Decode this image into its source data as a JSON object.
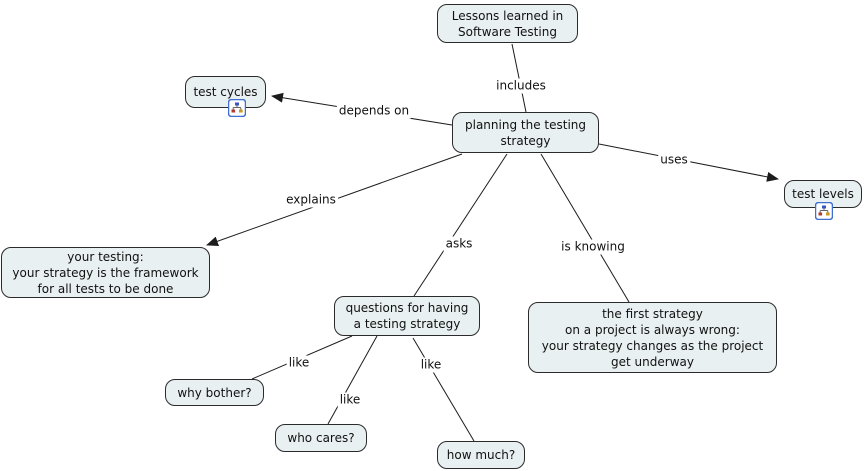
{
  "colors": {
    "background": "#ffffff",
    "node_fill": "#e9f0f2",
    "node_border": "#2b2b2b",
    "edge_line": "#1c1c1c",
    "icon_border": "#3f6fd0",
    "icon_red": "#b43b2e",
    "icon_blue": "#3a55c0",
    "icon_gold": "#c99a1e"
  },
  "nodes": {
    "lessons": {
      "label": "Lessons learned in\nSoftware Testing"
    },
    "test_cycles": {
      "label": "test cycles"
    },
    "planning": {
      "label": "planning the testing\nstrategy"
    },
    "test_levels": {
      "label": "test levels"
    },
    "your_testing": {
      "label": "your testing:\nyour strategy is the framework\nfor all tests to be done"
    },
    "questions": {
      "label": "questions for having\na testing strategy"
    },
    "first_strategy": {
      "label": "the first strategy\non a project is always wrong:\nyour strategy changes as the project\nget underway"
    },
    "why_bother": {
      "label": "why bother?"
    },
    "who_cares": {
      "label": "who cares?"
    },
    "how_much": {
      "label": "how much?"
    }
  },
  "edges": {
    "includes": {
      "label": "includes"
    },
    "depends_on": {
      "label": "depends on"
    },
    "uses": {
      "label": "uses"
    },
    "explains": {
      "label": "explains"
    },
    "asks": {
      "label": "asks"
    },
    "is_knowing": {
      "label": "is knowing"
    },
    "like_why": {
      "label": "like"
    },
    "like_who": {
      "label": "like"
    },
    "like_how": {
      "label": "like"
    }
  },
  "icons": {
    "test_cycles_resource": "cmap-subtree-icon",
    "test_levels_resource": "cmap-subtree-icon"
  }
}
